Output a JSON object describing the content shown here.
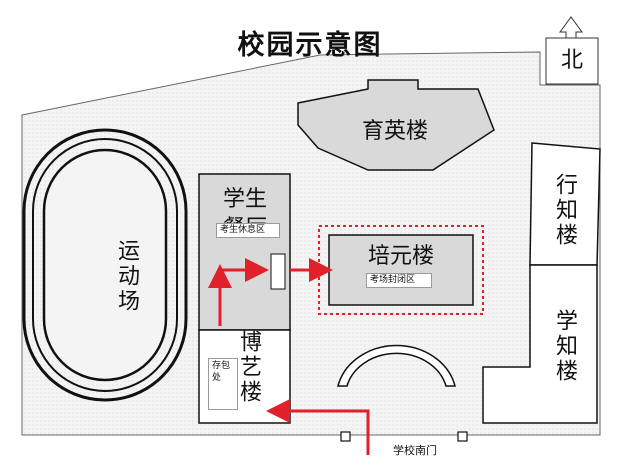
{
  "title": "校园示意图",
  "north_label": "北",
  "buildings": {
    "yuying": "育英楼",
    "xingzhi": "行知楼",
    "xuezhi": "学知楼",
    "peiyuan": "培元楼",
    "student_center": "学生\n餐厅",
    "boyi": "博艺楼",
    "track": "运动场"
  },
  "labels": {
    "rest_area": "考生休息区",
    "exam_zone": "考场封闭区",
    "storage": "存包处",
    "south_gate": "学校南门"
  },
  "colors": {
    "ground": "#f3f3f3",
    "building": "#d9d9d9",
    "exam_border": "#e0202a",
    "arrow": "#e0202a",
    "outline": "#111111"
  }
}
